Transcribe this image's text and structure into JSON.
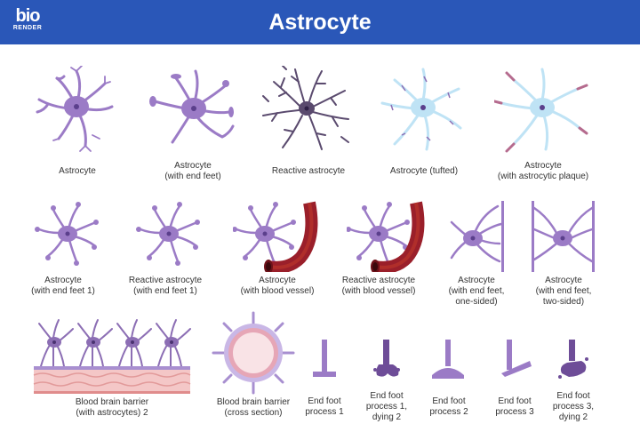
{
  "header": {
    "logo_top": "bio",
    "logo_bottom": "RENDER",
    "title": "Astrocyte"
  },
  "colors": {
    "header_bg": "#2a57b8",
    "cell_purple": "#9b7bc6",
    "nucleus": "#5b3f8c",
    "tufted_blue": "#bfe3f5",
    "vessel_red": "#9a1f2a",
    "bbb_pink": "#f4c7c7"
  },
  "items": [
    {
      "lines": [
        "Astrocyte"
      ]
    },
    {
      "lines": [
        "Astrocyte",
        "(with end feet)"
      ]
    },
    {
      "lines": [
        "Reactive astrocyte"
      ]
    },
    {
      "lines": [
        "Astrocyte (tufted)"
      ]
    },
    {
      "lines": [
        "Astrocyte",
        "(with astrocytic plaque)"
      ]
    },
    {
      "lines": [
        "Astrocyte",
        "(with end feet 1)"
      ]
    },
    {
      "lines": [
        "Reactive astrocyte",
        "(with end feet 1)"
      ]
    },
    {
      "lines": [
        "Astrocyte",
        "(with blood vessel)"
      ]
    },
    {
      "lines": [
        "Reactive astrocyte",
        "(with blood vessel)"
      ]
    },
    {
      "lines": [
        "Astrocyte",
        "(with end feet,",
        "one-sided)"
      ]
    },
    {
      "lines": [
        "Astrocyte",
        "(with end feet,",
        "two-sided)"
      ]
    },
    {
      "lines": [
        "Blood brain barrier",
        "(with astrocytes) 2"
      ]
    },
    {
      "lines": [
        "Blood brain barrier",
        "(cross section)"
      ]
    },
    {
      "lines": [
        "End foot",
        "process 1"
      ]
    },
    {
      "lines": [
        "End foot",
        "process 1,",
        "dying 2"
      ]
    },
    {
      "lines": [
        "End foot",
        "process 2"
      ]
    },
    {
      "lines": [
        "End foot",
        "process 3"
      ]
    },
    {
      "lines": [
        "End foot",
        "process 3,",
        "dying 2"
      ]
    }
  ]
}
